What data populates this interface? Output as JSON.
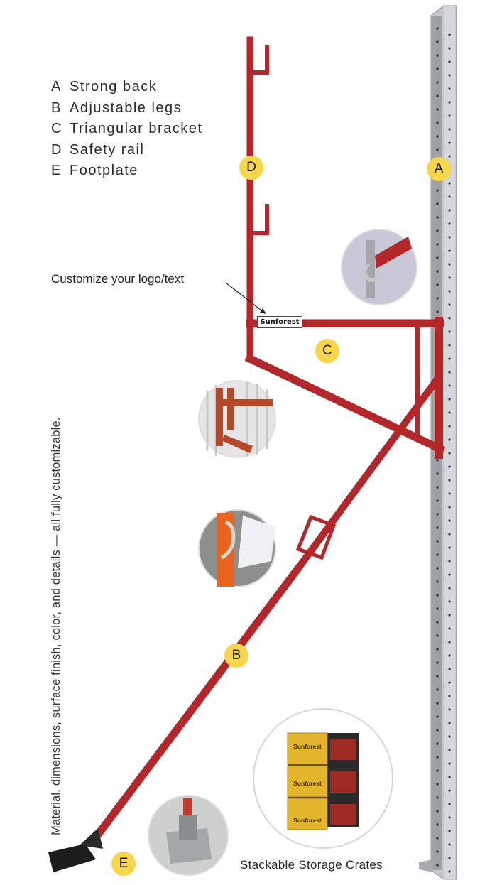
{
  "legend": [
    {
      "key": "A",
      "label": "Strong back"
    },
    {
      "key": "B",
      "label": "Adjustable legs"
    },
    {
      "key": "C",
      "label": "Triangular bracket"
    },
    {
      "key": "D",
      "label": "Safety rail"
    },
    {
      "key": "E",
      "label": "Footplate"
    }
  ],
  "markers": {
    "a": "A",
    "b": "B",
    "c": "C",
    "d": "D",
    "e": "E"
  },
  "callout_text": "Customize your logo/text",
  "logo_text": "Sunforest",
  "vertical_note": "Material, dimensions, surface finish, color, and details — all fully customizable.",
  "crates": {
    "caption": "Stackable Storage Crates",
    "crate_label": "Sunforest"
  },
  "colors": {
    "frame_red": "#b3262a",
    "steel": "#b9bcbf",
    "marker_yellow": "#f7d64a"
  }
}
